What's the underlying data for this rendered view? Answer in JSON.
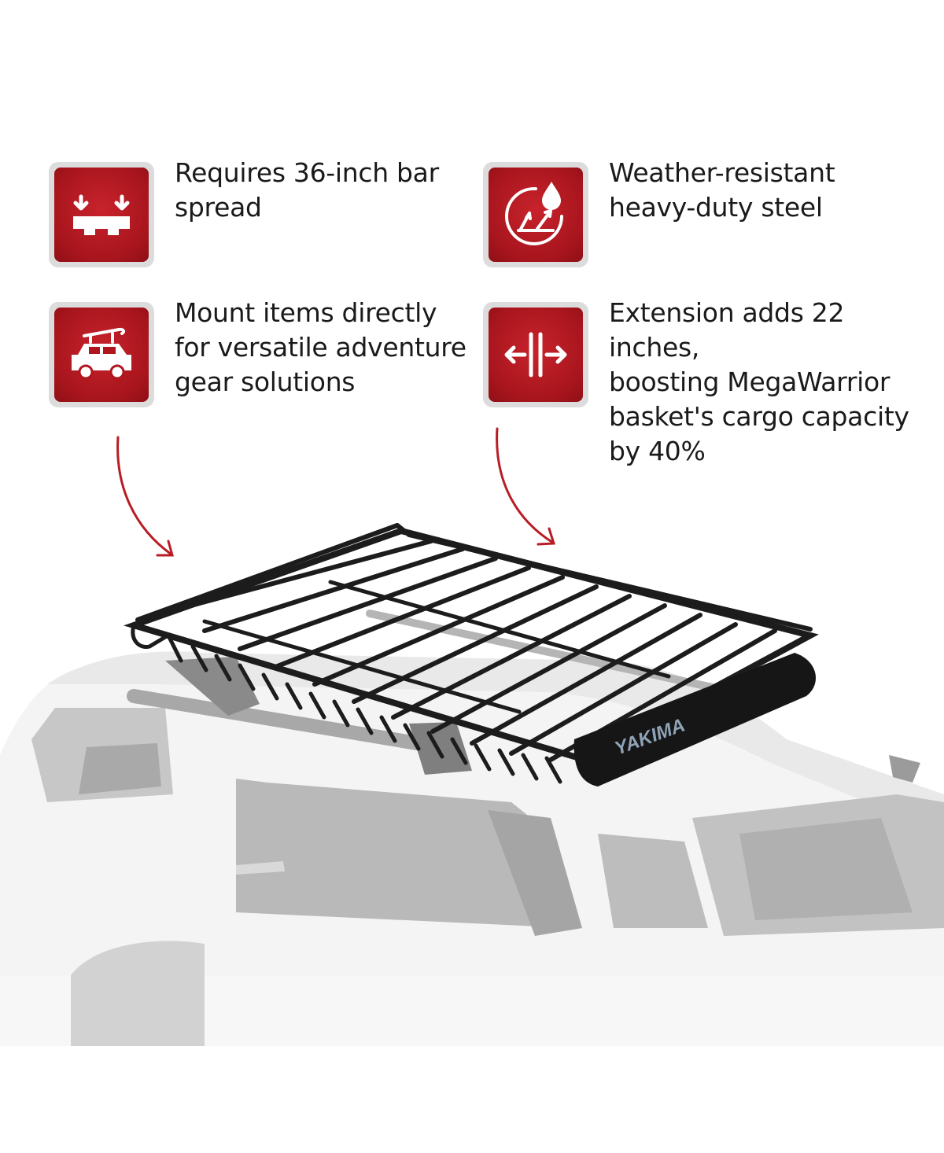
{
  "features": [
    {
      "id": "bar-spread",
      "icon": "crossbar-spread-icon",
      "text_lines": [
        "Requires 36-inch bar",
        "spread"
      ]
    },
    {
      "id": "weather",
      "icon": "weather-resistant-icon",
      "text_lines": [
        "Weather-resistant",
        "heavy-duty steel"
      ]
    },
    {
      "id": "mount",
      "icon": "car-roof-gear-icon",
      "text_lines": [
        "Mount items directly",
        "for versatile adventure",
        "gear solutions"
      ]
    },
    {
      "id": "extension",
      "icon": "extension-arrows-icon",
      "text_lines": [
        "Extension adds 22 inches,",
        "boosting MegaWarrior",
        "basket's cargo capacity",
        "by 40%"
      ]
    }
  ],
  "brand": {
    "logo_text": "YAKIMA"
  },
  "colors": {
    "accent_red": "#b81c24",
    "tile_border": "#dcdcdc",
    "car_gray": "#bdbdbd",
    "basket_black": "#1c1c1c"
  }
}
